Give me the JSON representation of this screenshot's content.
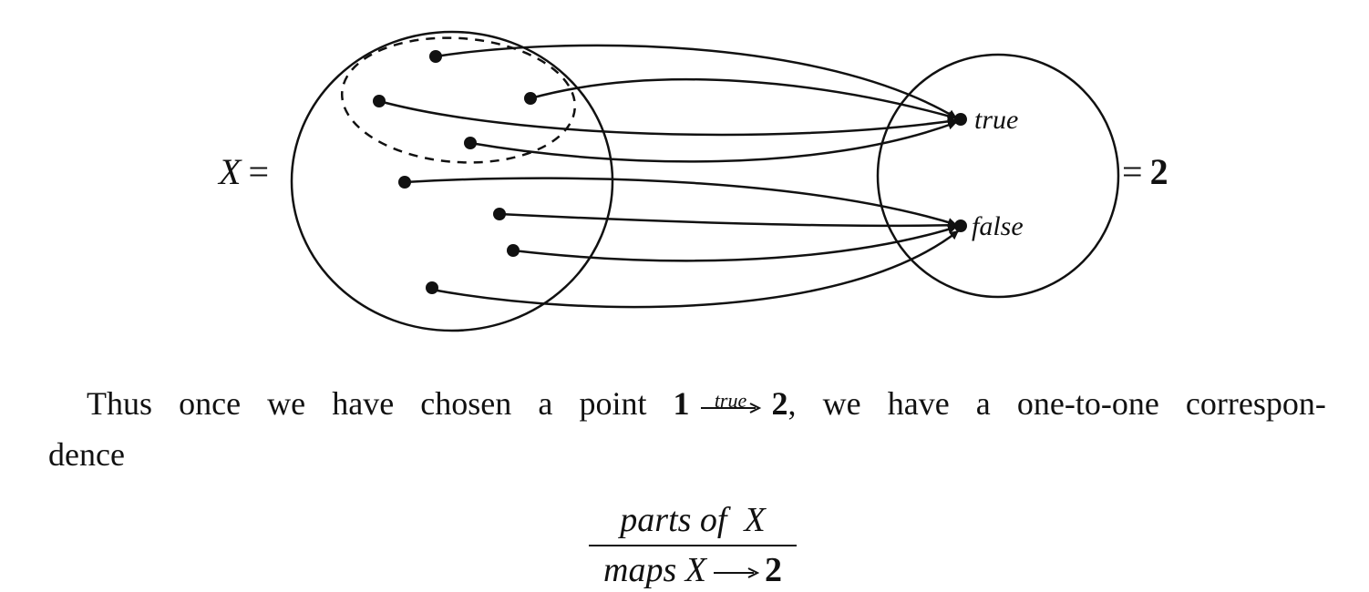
{
  "diagram": {
    "domain_label": "X",
    "codomain_label": "2",
    "true_label": "true",
    "false_label": "false"
  },
  "paragraph": {
    "w1": "Thus",
    "w2": "once",
    "w3": "we",
    "w4": "have",
    "w5": "chosen",
    "w6": "a",
    "w7": "point",
    "one": "1",
    "arrow_label": "true",
    "two": "2",
    "w9": "we",
    "w10": "have",
    "w11": "a",
    "w12": "one-to-one",
    "w13": "correspon-",
    "line2": "dence"
  },
  "fraction": {
    "numerator": "parts of  X",
    "denominator_maps": "maps",
    "denominator_x": "X",
    "denominator_two": "2"
  }
}
